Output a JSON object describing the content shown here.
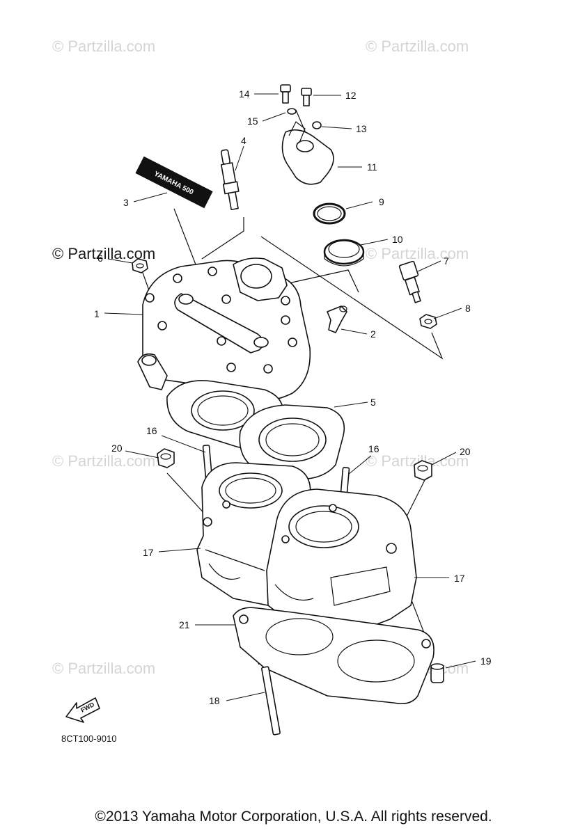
{
  "watermarks": [
    {
      "text": "© Partzilla.com"
    },
    {
      "text": "© Partzilla.com"
    },
    {
      "text": "© Partzilla.com"
    },
    {
      "text": "© Partzilla.com"
    },
    {
      "text": "© Partzilla.com"
    },
    {
      "text": "© Partzilla.com"
    },
    {
      "text": "© Partzilla.com"
    },
    {
      "text": "© Partzilla.com"
    }
  ],
  "callouts": {
    "c1": "1",
    "c2": "2",
    "c3": "3",
    "c4": "4",
    "c5": "5",
    "c6": "6",
    "c7": "7",
    "c8": "8",
    "c9": "9",
    "c10": "10",
    "c11": "11",
    "c12": "12",
    "c13": "13",
    "c14": "14",
    "c15": "15",
    "c16a": "16",
    "c16b": "16",
    "c17a": "17",
    "c17b": "17",
    "c18": "18",
    "c19": "19",
    "c20a": "20",
    "c20b": "20",
    "c21": "21"
  },
  "decal_text": "YAMAHA 500",
  "fwd_label": "FWD",
  "diagram_code": "8CT100-9010",
  "copyright": "©2013 Yamaha Motor Corporation, U.S.A. All rights reserved."
}
